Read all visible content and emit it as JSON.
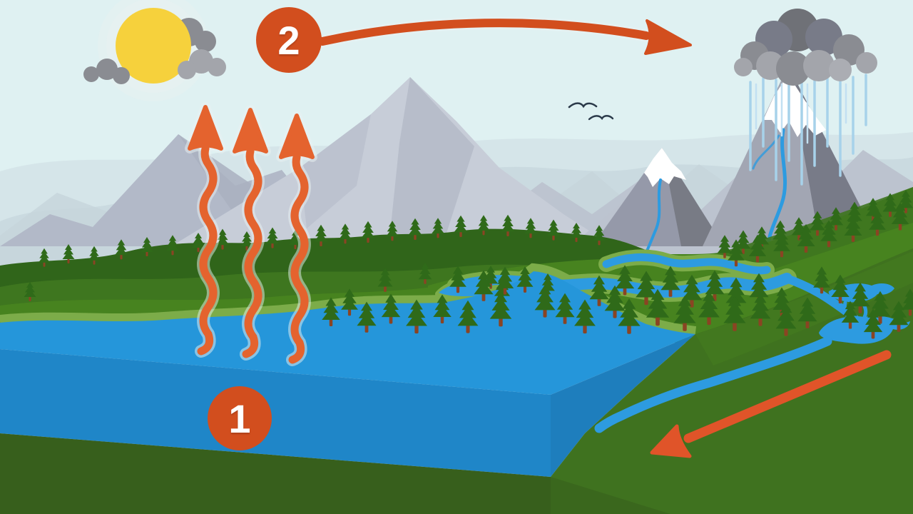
{
  "diagram": {
    "subject": "water cycle illustration",
    "elements": [
      "sun",
      "clouds",
      "birds",
      "mountains",
      "snow-capped-peaks",
      "rain-cloud",
      "rain",
      "lake",
      "rivers",
      "ponds",
      "forest",
      "green-valley",
      "evaporation-arrows",
      "vapor-transport-arrow",
      "runoff-arrow"
    ]
  },
  "markers": {
    "one": {
      "label": "1"
    },
    "two": {
      "label": "2"
    }
  },
  "palette": {
    "skyTop": "#DFF1F2",
    "sky": "#D7EAED",
    "haze1": "#D0DFE4",
    "haze2": "#C5D6DC",
    "mountainFar": "#C6D4DB",
    "mountainMid": "#B2B9C8",
    "mountainFacet": "#A9B0C0",
    "mountainLight": "#C7CDD8",
    "ridge": "#BCC3CF",
    "grayPeakA": "#9599A9",
    "grayPeakB": "#A2A6B3",
    "grayPeakShadow": "#73767F",
    "grayPeakShadow2": "#787B88",
    "snow": "#FFFFFF",
    "cloudDark": "#6F7177",
    "cloudMid": "#8A8C92",
    "cloudLight": "#A3A5AB",
    "cloudPale": "#ABADB3",
    "sun": "#F6D13C",
    "sunHalo": "#EAF2F1",
    "greenDark": "#30651A",
    "green": "#3E761F",
    "greenMid": "#47831F",
    "greenLight": "#7CAC49",
    "slope": "#3F721F",
    "underwater": "#375F1C",
    "tree": "#2F6A19",
    "treeDark": "#2A5E15",
    "trunk": "#8A4423",
    "water": "#2596DA",
    "waterFace": "#1F86C8",
    "waterFaceRight": "#1E7EBD",
    "river": "#2D9BE0",
    "rain": "#A7D2EA",
    "rainLight": "#C2E0F2",
    "accent": "#D24E1E",
    "accentWavy": "#E4632E",
    "accentRunoff": "#E05429",
    "bird": "#2B3A4A",
    "label": "#FFFFFF"
  }
}
